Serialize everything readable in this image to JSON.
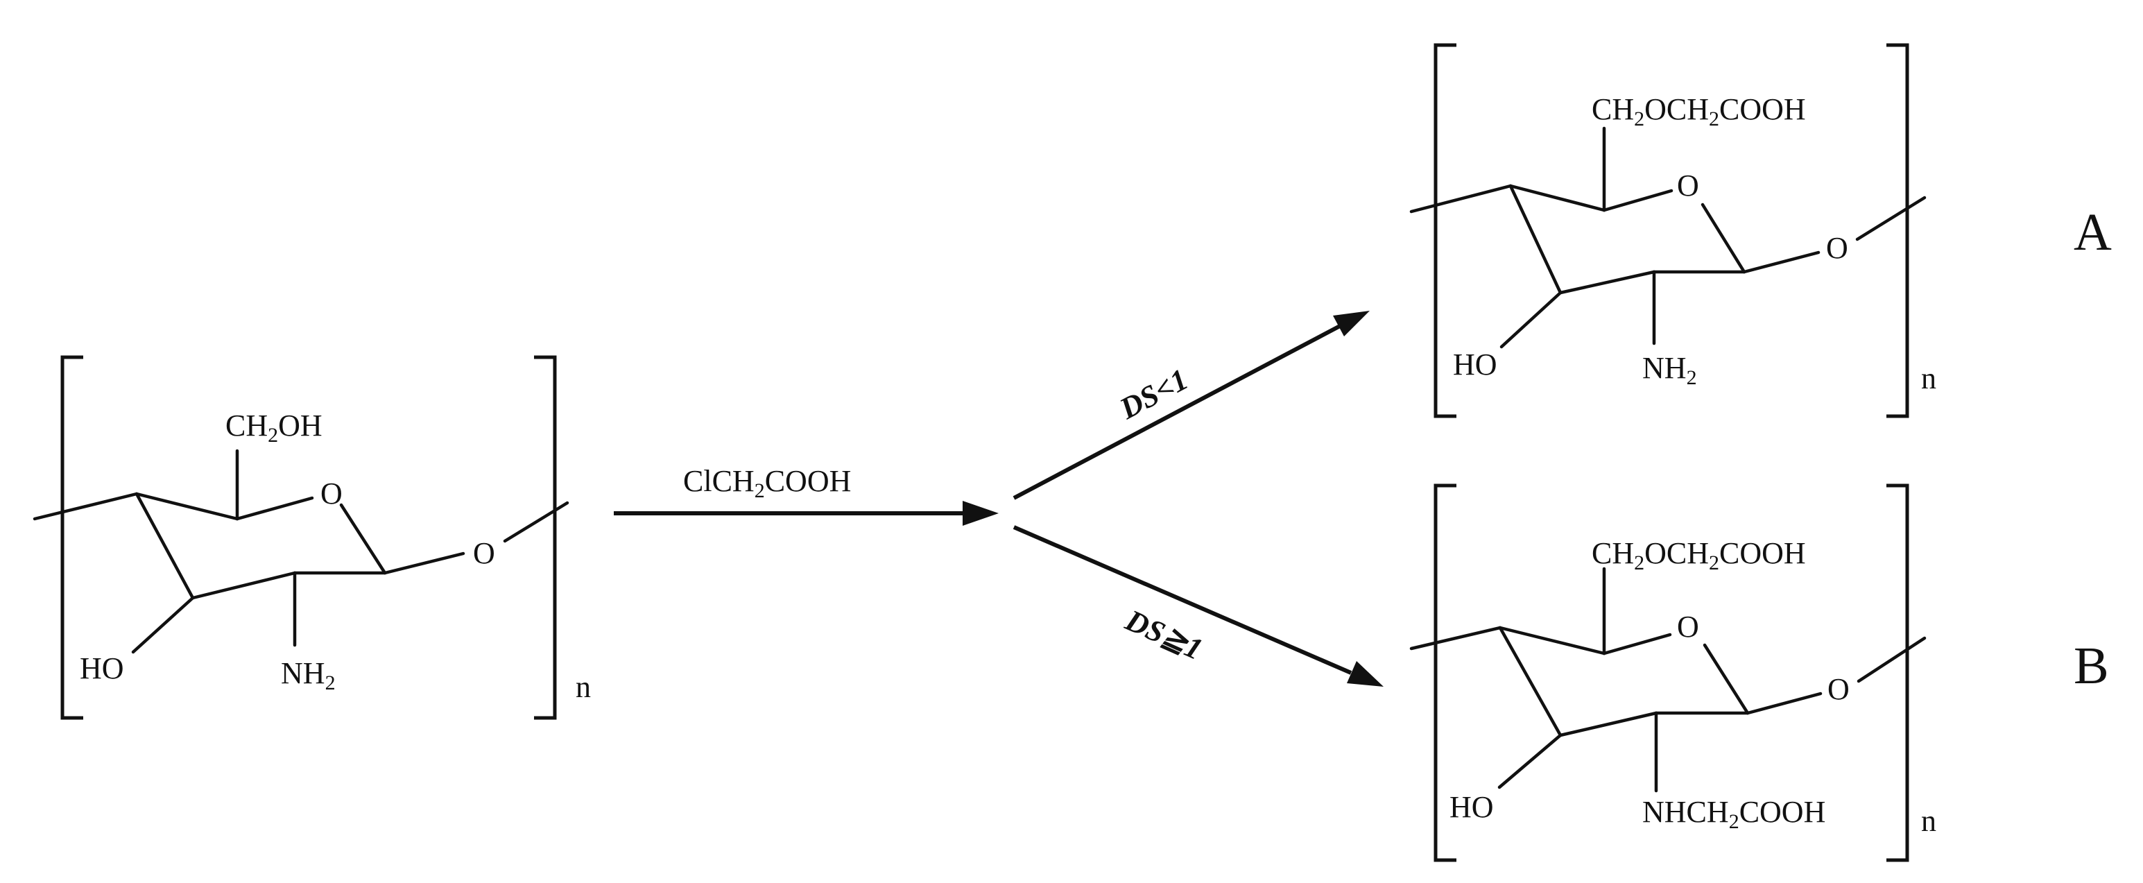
{
  "reactant": {
    "ch2oh": "CH2OH",
    "ring_o": "O",
    "link_o": "O",
    "ho": "HO",
    "nh2": "NH2",
    "n": "n"
  },
  "reagent": "ClCH2COOH",
  "conditions": {
    "upper": "DS<1",
    "lower": "DS≧1"
  },
  "product_a": {
    "label": "A",
    "side_chain": "CH2OCH2COOH",
    "ring_o": "O",
    "link_o": "O",
    "ho": "HO",
    "nh2": "NH2",
    "n": "n"
  },
  "product_b": {
    "label": "B",
    "side_chain": "CH2OCH2COOH",
    "ring_o": "O",
    "link_o": "O",
    "ho": "HO",
    "amine": "NHCH2COOH",
    "n": "n"
  }
}
